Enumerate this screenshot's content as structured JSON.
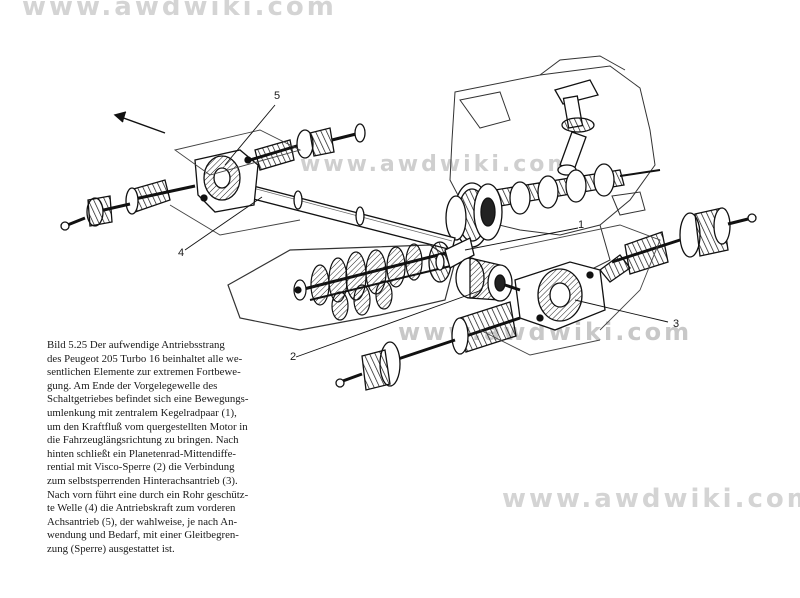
{
  "watermarks": {
    "top": "www.awdwiki.com",
    "center": "www.awdwiki.com",
    "bottom": "www.awdwiki.com"
  },
  "callouts": {
    "c1": "1",
    "c2": "2",
    "c3": "3",
    "c4": "4",
    "c5": "5"
  },
  "caption": {
    "lines": [
      "Bild 5.25 Der aufwendige Antriebsstrang",
      "des Peugeot 205 Turbo 16 beinhaltet alle we-",
      "sentlichen Elemente zur extremen Fortbewe-",
      "gung. Am Ende der Vorgelegewelle des",
      "Schaltgetriebes befindet sich eine Bewegungs-",
      "umlenkung mit zentralem Kegelradpaar (1),",
      "um den Kraftfluß vom quergestellten Motor in",
      "die Fahrzeuglängsrichtung zu bringen. Nach",
      "hinten schließt ein Planetenrad-Mittendiffe-",
      "rential mit Visco-Sperre (2) die Verbindung",
      "zum selbstsperrenden Hinterachsantrieb (3).",
      "Nach vorn führt eine durch ein Rohr geschütz-",
      "te Welle (4) die Antriebskraft zum vorderen",
      "Achsantrieb (5), der wahlweise, je nach An-",
      "wendung und Bedarf, mit einer Gleitbegren-",
      "zung (Sperre) ausgestattet ist."
    ]
  }
}
